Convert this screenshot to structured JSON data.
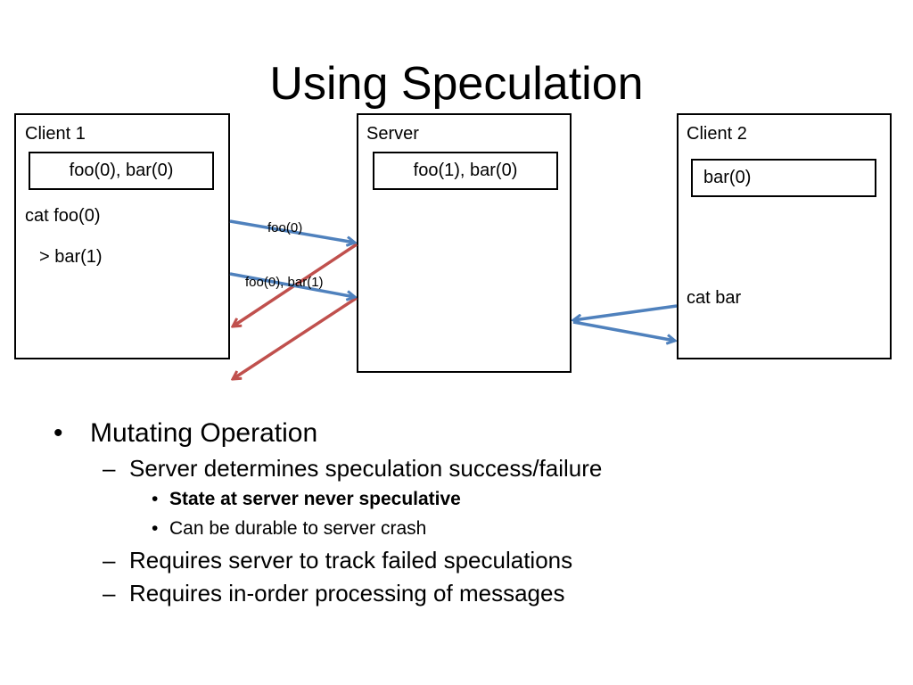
{
  "slide": {
    "title": "Using Speculation"
  },
  "client1": {
    "label": "Client 1",
    "state": "foo(0), bar(0)",
    "lines": [
      "cat foo(0)",
      "> bar(1)"
    ]
  },
  "server": {
    "label": "Server",
    "state": "foo(1), bar(0)"
  },
  "client2": {
    "label": "Client 2",
    "state": "bar(0)",
    "command": "cat bar"
  },
  "messages": {
    "m1": "foo(0)",
    "m2": "foo(0), bar(1)"
  },
  "colors": {
    "request_arrow": "#4f81bd",
    "reply_arrow": "#c0504d"
  },
  "bullets": {
    "level1": "Mutating Operation",
    "sub1": "Server determines speculation success/failure",
    "sub1_items": [
      "State at server never speculative",
      "Can be durable to server crash"
    ],
    "sub2": "Requires server to track failed speculations",
    "sub3": "Requires in-order processing of messages",
    "marker_bullet": "•",
    "marker_dash": "–"
  }
}
